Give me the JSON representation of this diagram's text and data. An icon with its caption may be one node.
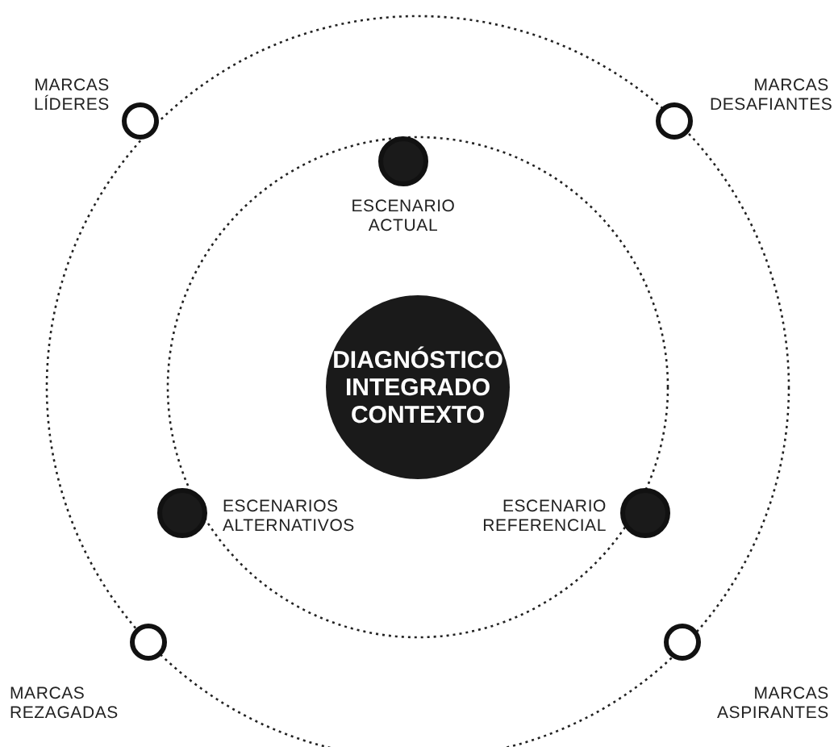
{
  "diagram": {
    "nodes": [
      {
        "text": [
          "DIAGNÓSTICO INTEGRADO CONTEXTO"
        ]
      },
      {
        "text": [
          "MARCAS LÍDERES"
        ]
      },
      {
        "text": [
          "ESCENARIO ACTUAL"
        ]
      },
      {
        "text": [
          "MARCAS DESAFIANTES"
        ]
      },
      {
        "text": [
          "ESCENARIOS ALTERNATIVOS"
        ]
      },
      {
        "text": [
          "ESCENARIO REFERENCIAL"
        ]
      },
      {
        "text": [
          "MARCAS REZAGADAS"
        ]
      },
      {
        "text": [
          "MARCAS ASPIRANTES"
        ]
      }
    ],
    "edges": []
  }
}
